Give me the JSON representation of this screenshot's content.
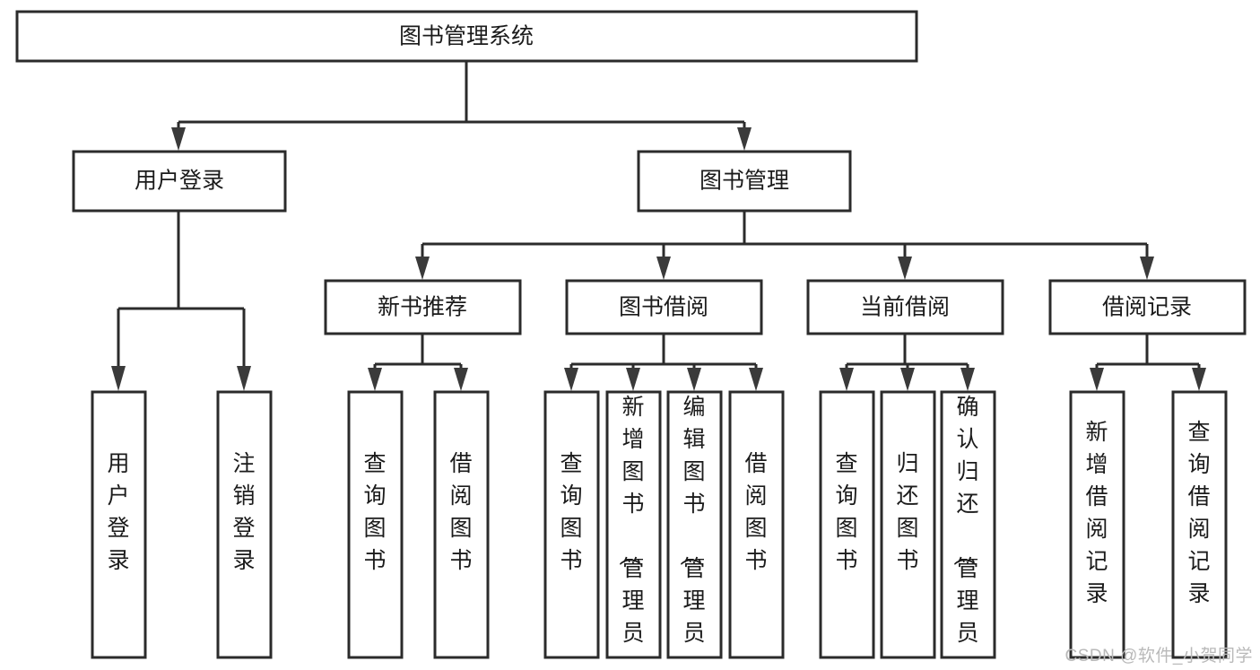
{
  "diagram": {
    "title": "图书管理系统",
    "type": "tree-hierarchy",
    "watermark": "CSDN @软件_小贺同学",
    "root": {
      "id": "root",
      "label": "图书管理系统"
    },
    "level2": [
      {
        "id": "user-login",
        "label": "用户登录"
      },
      {
        "id": "book-manage",
        "label": "图书管理"
      }
    ],
    "level3": [
      {
        "id": "new-book-recommend",
        "label": "新书推荐"
      },
      {
        "id": "book-borrow",
        "label": "图书借阅"
      },
      {
        "id": "current-borrow",
        "label": "当前借阅"
      },
      {
        "id": "borrow-record",
        "label": "借阅记录"
      }
    ],
    "leaves": {
      "user_login": [
        {
          "id": "leaf-user-login",
          "label": "用户登录"
        },
        {
          "id": "leaf-logout-login",
          "label": "注销登录"
        }
      ],
      "new_book_recommend": [
        {
          "id": "leaf-query-book-1",
          "label": "查询图书"
        },
        {
          "id": "leaf-borrow-book-1",
          "label": "借阅图书"
        }
      ],
      "book_borrow": [
        {
          "id": "leaf-query-book-2",
          "label": "查询图书"
        },
        {
          "id": "leaf-add-book",
          "label": "新增图书（管理员）"
        },
        {
          "id": "leaf-edit-book",
          "label": "编辑图书（管理员）"
        },
        {
          "id": "leaf-borrow-book-2",
          "label": "借阅图书"
        }
      ],
      "current_borrow": [
        {
          "id": "leaf-query-book-3",
          "label": "查询图书"
        },
        {
          "id": "leaf-return-book",
          "label": "归还图书"
        },
        {
          "id": "leaf-confirm-return",
          "label": "确认归还（管理员）"
        }
      ],
      "borrow_record": [
        {
          "id": "leaf-add-record",
          "label": "新增借阅记录"
        },
        {
          "id": "leaf-query-record",
          "label": "查询借阅记录"
        }
      ]
    },
    "colors": {
      "stroke": "#2b2b2b",
      "fill": "#ffffff",
      "text": "#1b1b1b",
      "arrow": "#3a3a3a",
      "watermark": "#b9b9b9"
    }
  }
}
